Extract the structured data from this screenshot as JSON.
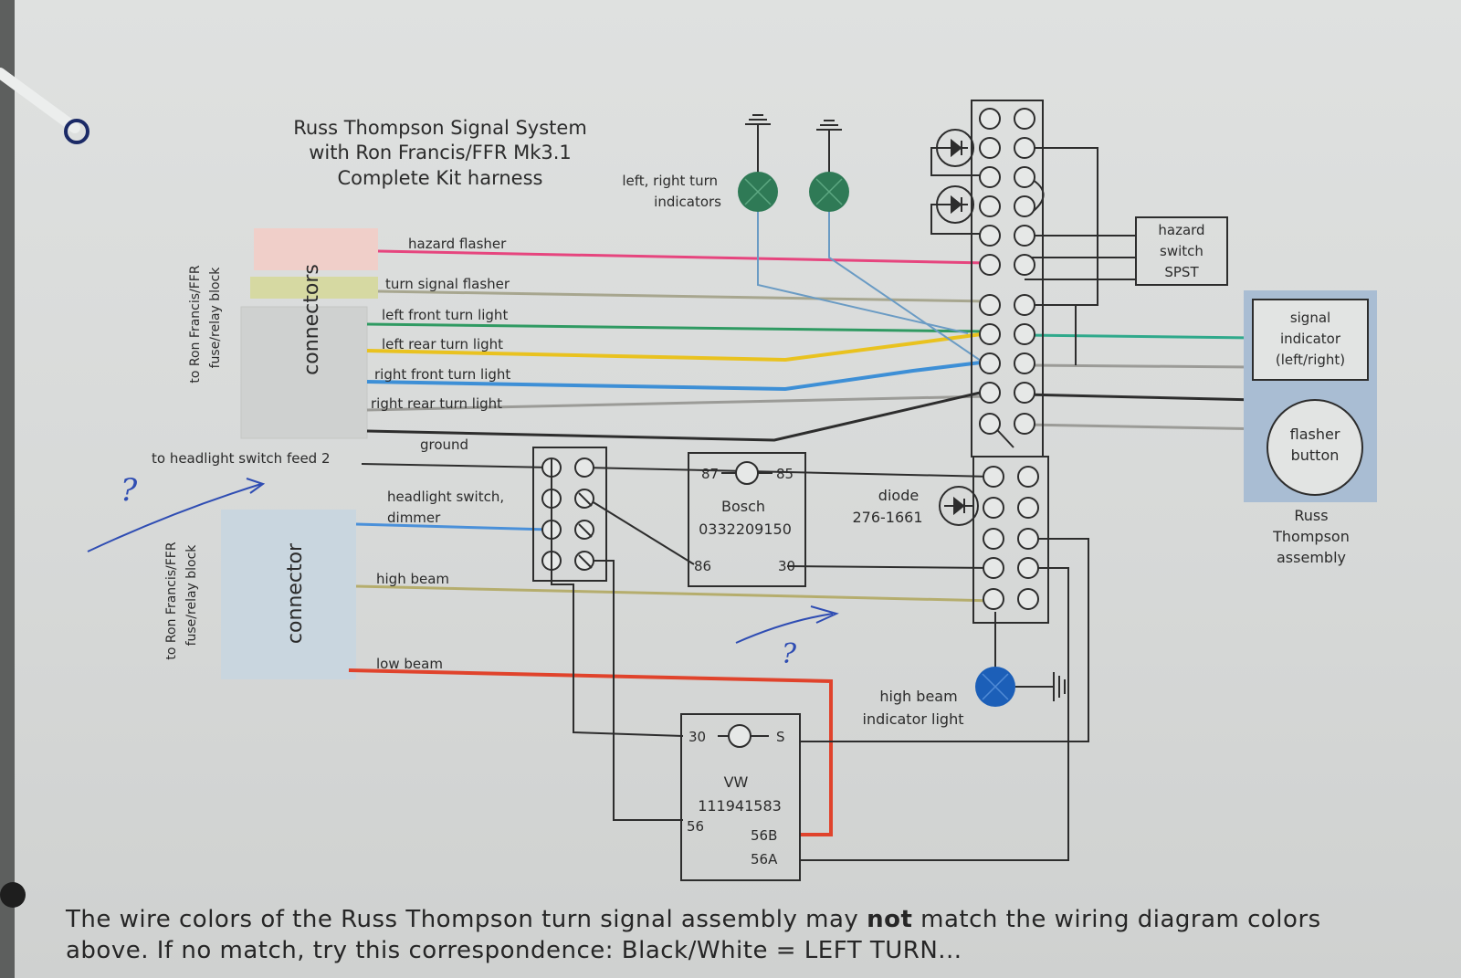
{
  "title": {
    "line1": "Russ Thompson Signal System",
    "line2": "with Ron Francis/FFR Mk3.1",
    "line3": "Complete Kit harness"
  },
  "side_labels": {
    "upper_block_line1": "to Ron Francis/FFR",
    "upper_block_line2": "fuse/relay block",
    "lower_block_line1": "to Ron Francis/FFR",
    "lower_block_line2": "fuse/relay block"
  },
  "connectors": {
    "upper": "connectors",
    "lower": "connector"
  },
  "wires": {
    "hazard_flasher": "hazard flasher",
    "turn_signal_flasher": "turn signal flasher",
    "left_front_turn_light": "left front turn light",
    "left_rear_turn_light": "left rear turn light",
    "right_front_turn_light": "right front turn light",
    "right_rear_turn_light": "right rear turn light",
    "ground": "ground",
    "headlight_feed": "to headlight switch feed 2",
    "headlight_dimmer_line1": "headlight switch,",
    "headlight_dimmer_line2": "dimmer",
    "high_beam": "high beam",
    "low_beam": "low beam"
  },
  "indicators": {
    "line1": "left, right turn",
    "line2": "indicators"
  },
  "hazard_switch": {
    "line1": "hazard",
    "line2": "switch",
    "line3": "SPST"
  },
  "signal_indicator": {
    "line1": "signal",
    "line2": "indicator",
    "line3": "(left/right)"
  },
  "flasher_button": {
    "line1": "flasher",
    "line2": "button"
  },
  "assembly": {
    "line1": "Russ",
    "line2": "Thompson",
    "line3": "assembly"
  },
  "diode": {
    "line1": "diode",
    "line2": "276-1661"
  },
  "bosch_relay": {
    "pin87": "87",
    "pin85": "85",
    "name": "Bosch",
    "part": "0332209150",
    "pin86": "86",
    "pin30": "30"
  },
  "vw_relay": {
    "pin30": "30",
    "pinS": "S",
    "name": "VW",
    "part": "111941583",
    "pin56": "56",
    "pin56B": "56B",
    "pin56A": "56A"
  },
  "high_beam_indicator": {
    "line1": "high beam",
    "line2": "indicator light"
  },
  "annotations": {
    "mark1": "?",
    "mark2": "?"
  },
  "caption": {
    "part1": "The wire colors of the Russ Thompson turn signal assembly may",
    "bold": "not",
    "part2": "match the wiring diagram colors",
    "line2": "above. If no match, try this correspondence: Black/White = LEFT TURN..."
  },
  "colors": {
    "hazard": "#e6457e",
    "turn_flasher": "#a7a68f",
    "left_front": "#2f9a62",
    "left_rear": "#e9c21f",
    "right_front": "#3d8fd6",
    "right_rear": "#9b9b97",
    "ground": "#2d2d2d",
    "dimmer": "#4a90d9",
    "high_beam": "#b5ad6d",
    "low_beam": "#e0432c",
    "indicator_green": "#2f7a56",
    "indicator_blue": "#1c5fb8",
    "assembly_bg": "#a9bdd3",
    "pen": "#2f4db3"
  }
}
